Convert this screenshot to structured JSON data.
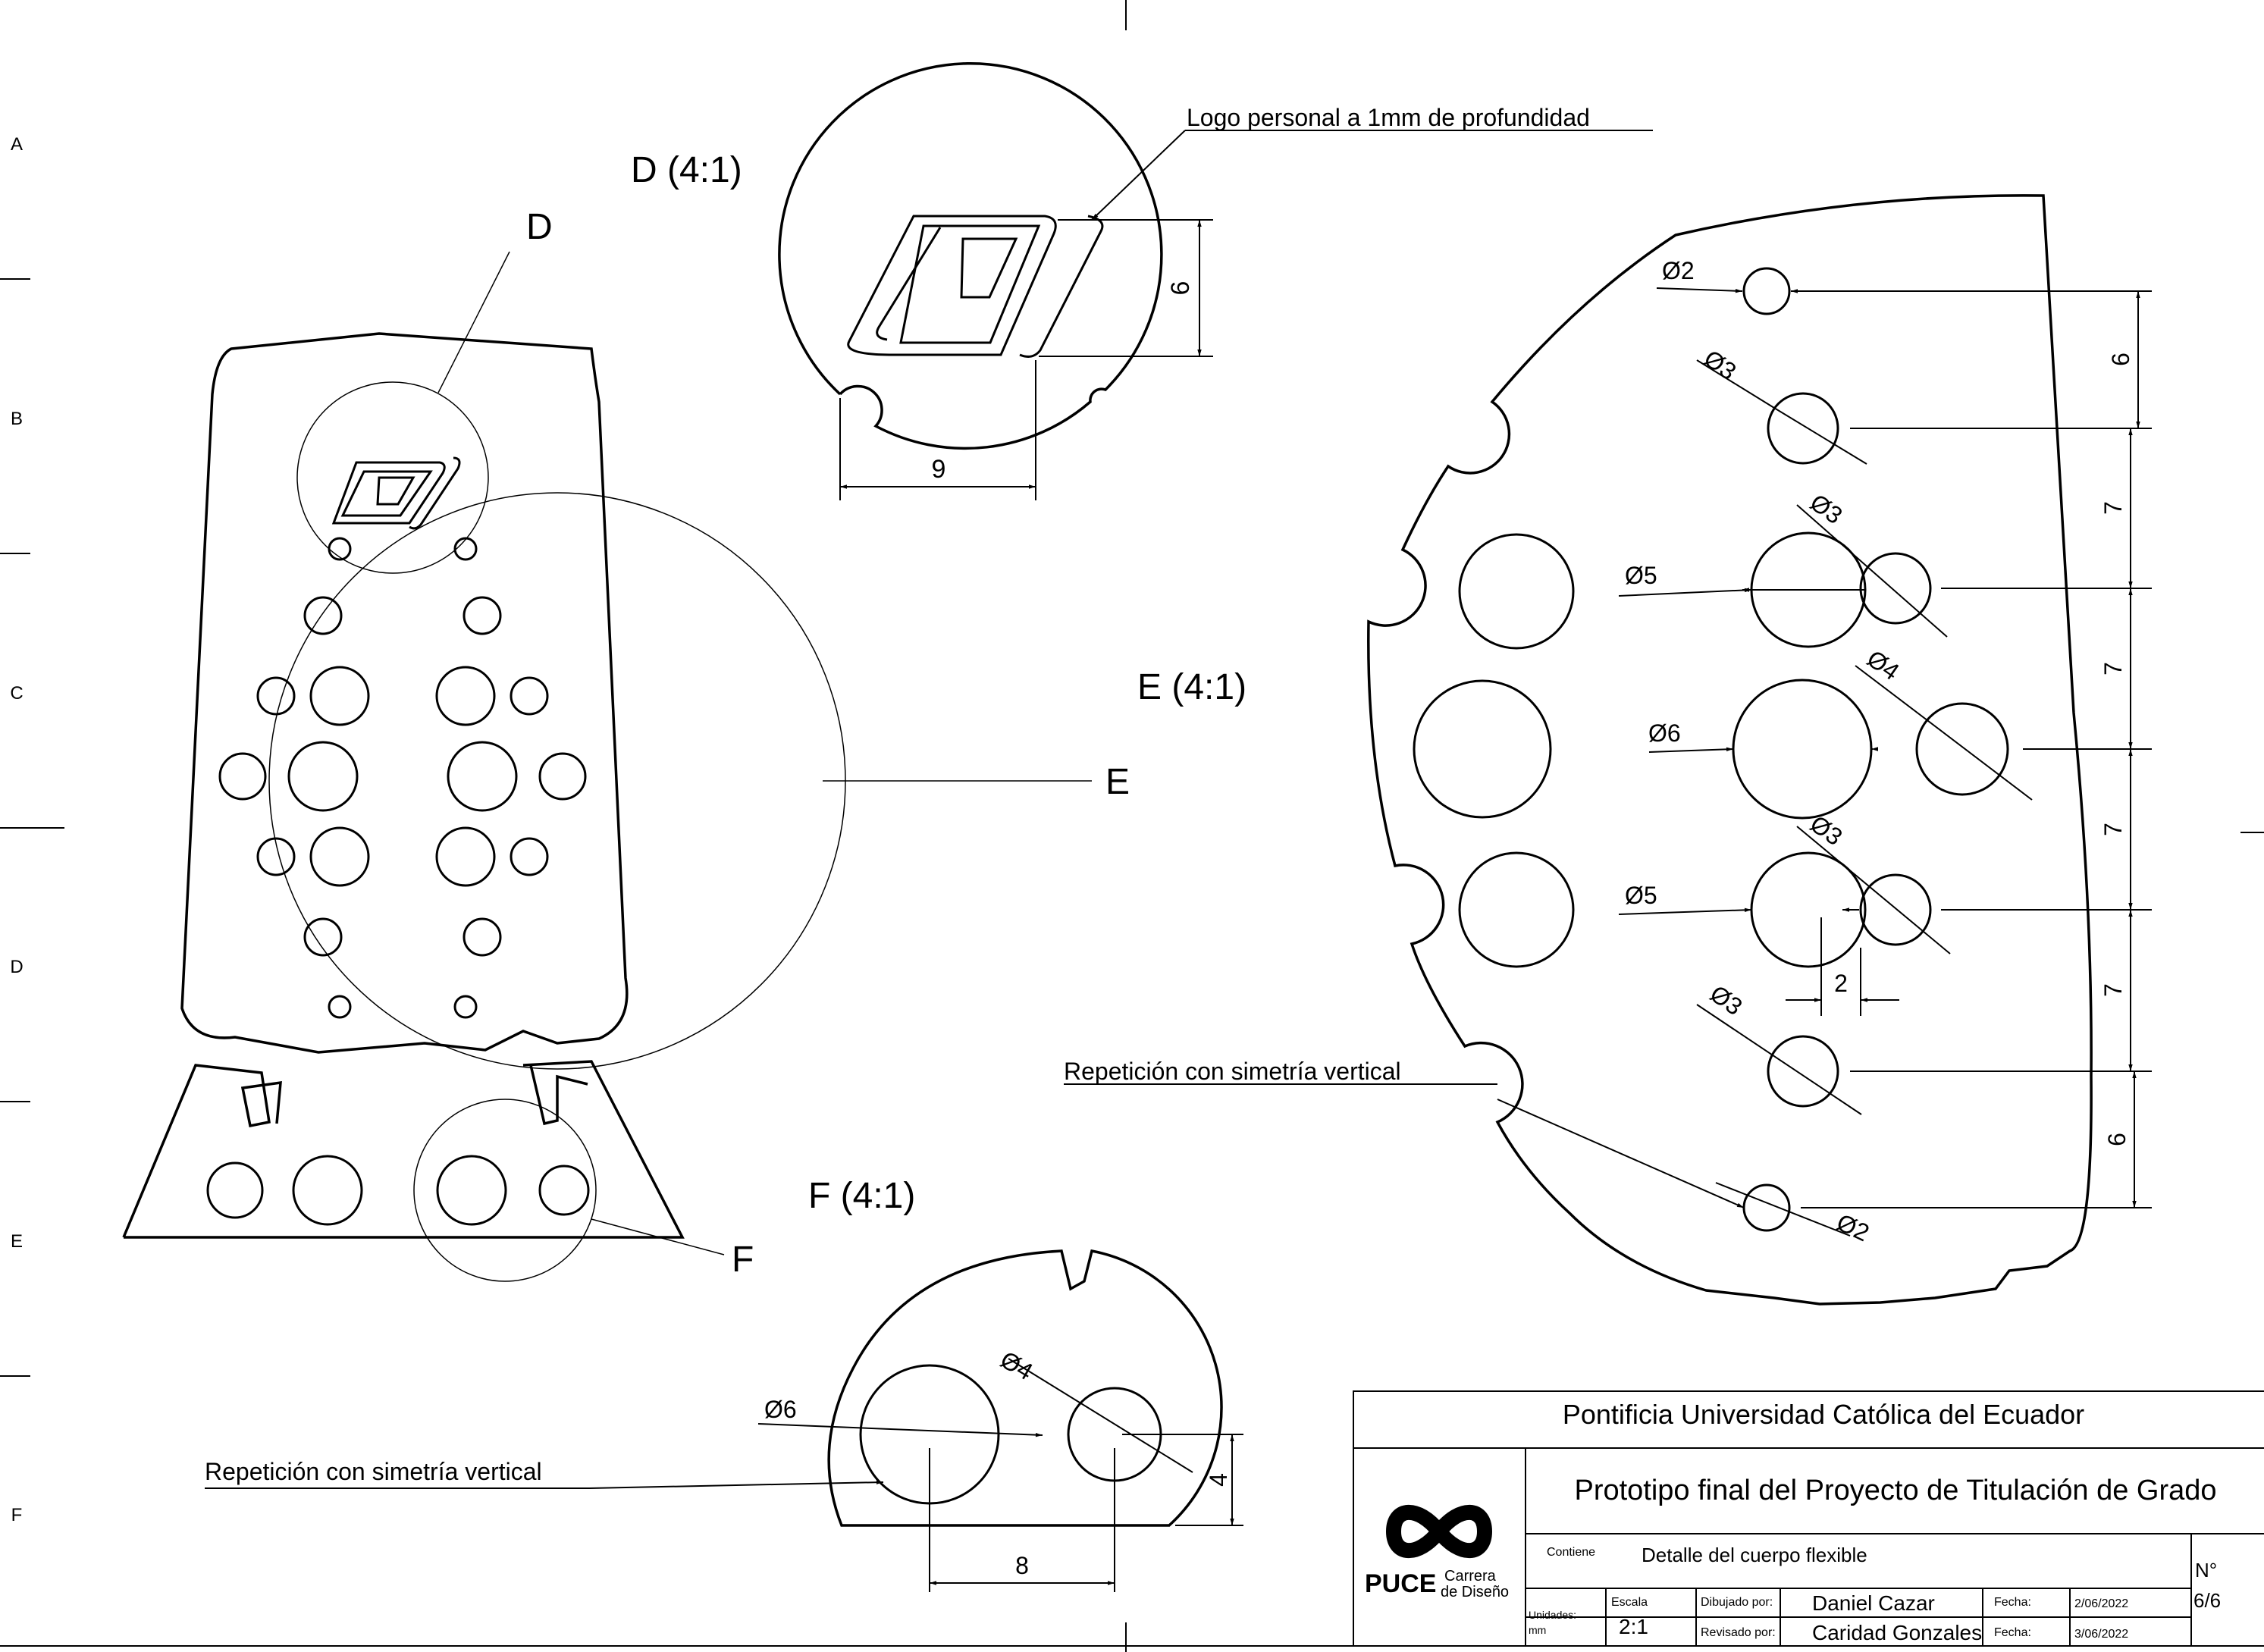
{
  "frame": {
    "row_letters": [
      "A",
      "B",
      "C",
      "D",
      "E",
      "F"
    ]
  },
  "views": {
    "detail_d_title": "D (4:1)",
    "detail_e_title": "E (4:1)",
    "detail_f_title": "F (4:1)",
    "callout_d": "D",
    "callout_e": "E",
    "callout_f": "F"
  },
  "notes": {
    "logo_note": "Logo personal a 1mm de profundidad",
    "repeat_note_e": "Repetición con simetría vertical",
    "repeat_note_f": "Repetición con simetría vertical"
  },
  "dimensions": {
    "d": {
      "height": "6",
      "width": "9"
    },
    "e": {
      "dia_top": "Ø2",
      "dia_row1": "Ø3",
      "dia_row2_big": "Ø5",
      "dia_row2_small": "Ø3",
      "dia_row3_big": "Ø6",
      "dia_row3_small": "Ø4",
      "dia_row4_big": "Ø5",
      "dia_row4_small": "Ø3",
      "dia_row5": "Ø3",
      "dia_bottom": "Ø2",
      "spacing_1": "6",
      "spacing_2": "7",
      "spacing_3": "7",
      "spacing_4": "7",
      "spacing_5": "7",
      "spacing_6": "6",
      "gap": "2"
    },
    "f": {
      "dia_big": "Ø6",
      "dia_small": "Ø4",
      "height": "4",
      "width": "8"
    }
  },
  "title_block": {
    "institution": "Pontificia Universidad Católica del Ecuador",
    "project": "Prototipo final del Proyecto de Titulación de Grado",
    "contiene_label": "Contiene",
    "contiene_value": "Detalle del cuerpo flexible",
    "logo_brand": "PUCE",
    "logo_line1": "Carrera",
    "logo_line2": "de Diseño",
    "unidades_label": "Unidades:",
    "unidades_value": "mm",
    "escala_label": "Escala",
    "escala_value": "2:1",
    "dibujado_label": "Dibujado por:",
    "dibujado_value": "Daniel Cazar",
    "revisado_label": "Revisado por:",
    "revisado_value": "Caridad Gonzales",
    "fecha_label_1": "Fecha:",
    "fecha_value_1": "2/06/2022",
    "fecha_label_2": "Fecha:",
    "fecha_value_2": "3/06/2022",
    "numero_label": "N°",
    "numero_value": "6/6"
  }
}
